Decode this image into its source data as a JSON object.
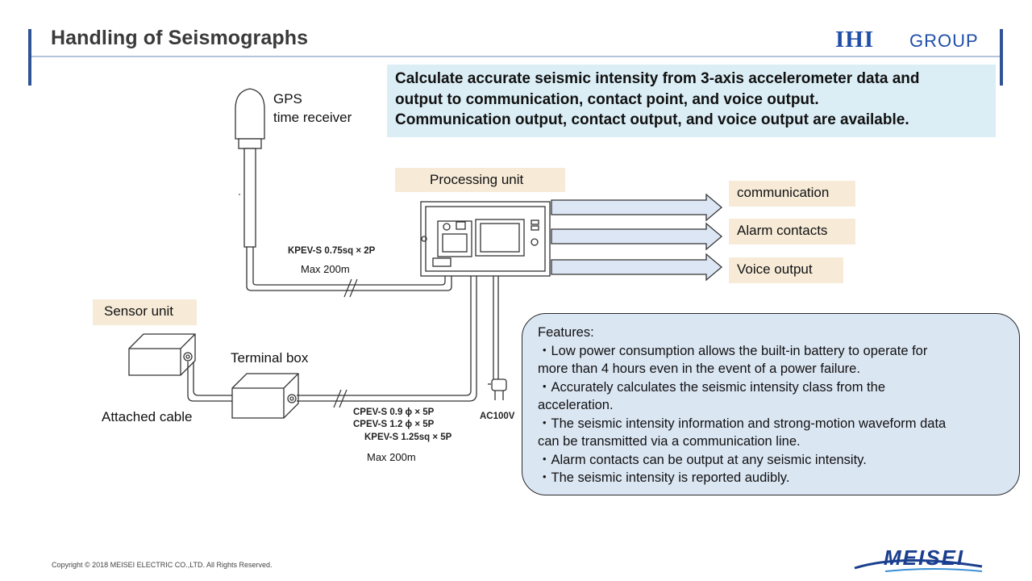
{
  "header": {
    "title": "Handling of Seismographs",
    "brand_main": "IHI",
    "brand_sub": "GROUP"
  },
  "summary": {
    "lines": [
      "Calculate accurate seismic intensity from 3-axis accelerometer data and",
      "output to communication, contact point, and voice output.",
      "Communication output, contact output, and voice output are available."
    ]
  },
  "diagram": {
    "gps_label_1": "GPS",
    "gps_label_2": "time receiver",
    "processing_unit": "Processing unit",
    "outputs": [
      "communication",
      "Alarm contacts",
      "Voice output"
    ],
    "cable_gps": "KPEV-S 0.75sq × 2P",
    "max_gps": "Max 200m",
    "sensor_unit": "Sensor  unit",
    "terminal_box": "Terminal box",
    "attached_cable": "Attached cable",
    "cable_1": "CPEV-S 0.9 ϕ × 5P",
    "cable_2": "CPEV-S 1.2 ϕ × 5P",
    "cable_3": "KPEV-S 1.25sq × 5P",
    "max_sensor": "Max 200m",
    "ac": "AC100V"
  },
  "features": {
    "lines": [
      "Features:",
      "・Low power consumption allows the built-in battery to operate for",
      "more than 4 hours even in the event of a power failure.",
      "・Accurately calculates the seismic intensity class from the",
      "acceleration.",
      "・The seismic intensity information and strong-motion waveform data",
      "can be transmitted via a communication line.",
      "・Alarm contacts can be output at any seismic intensity.",
      "・The seismic intensity is reported audibly."
    ]
  },
  "footer": {
    "copyright": "Copyright © 2018 MEISEI ELECTRIC CO.,LTD. All Rights Reserved.",
    "logo": "MEISEI"
  },
  "colors": {
    "accent": "#2f5496",
    "summary_bg": "#dbeef6",
    "label_bg": "#f7ebd8",
    "features_bg": "#dbe6f3",
    "arrow_fill": "#dce6f4"
  }
}
